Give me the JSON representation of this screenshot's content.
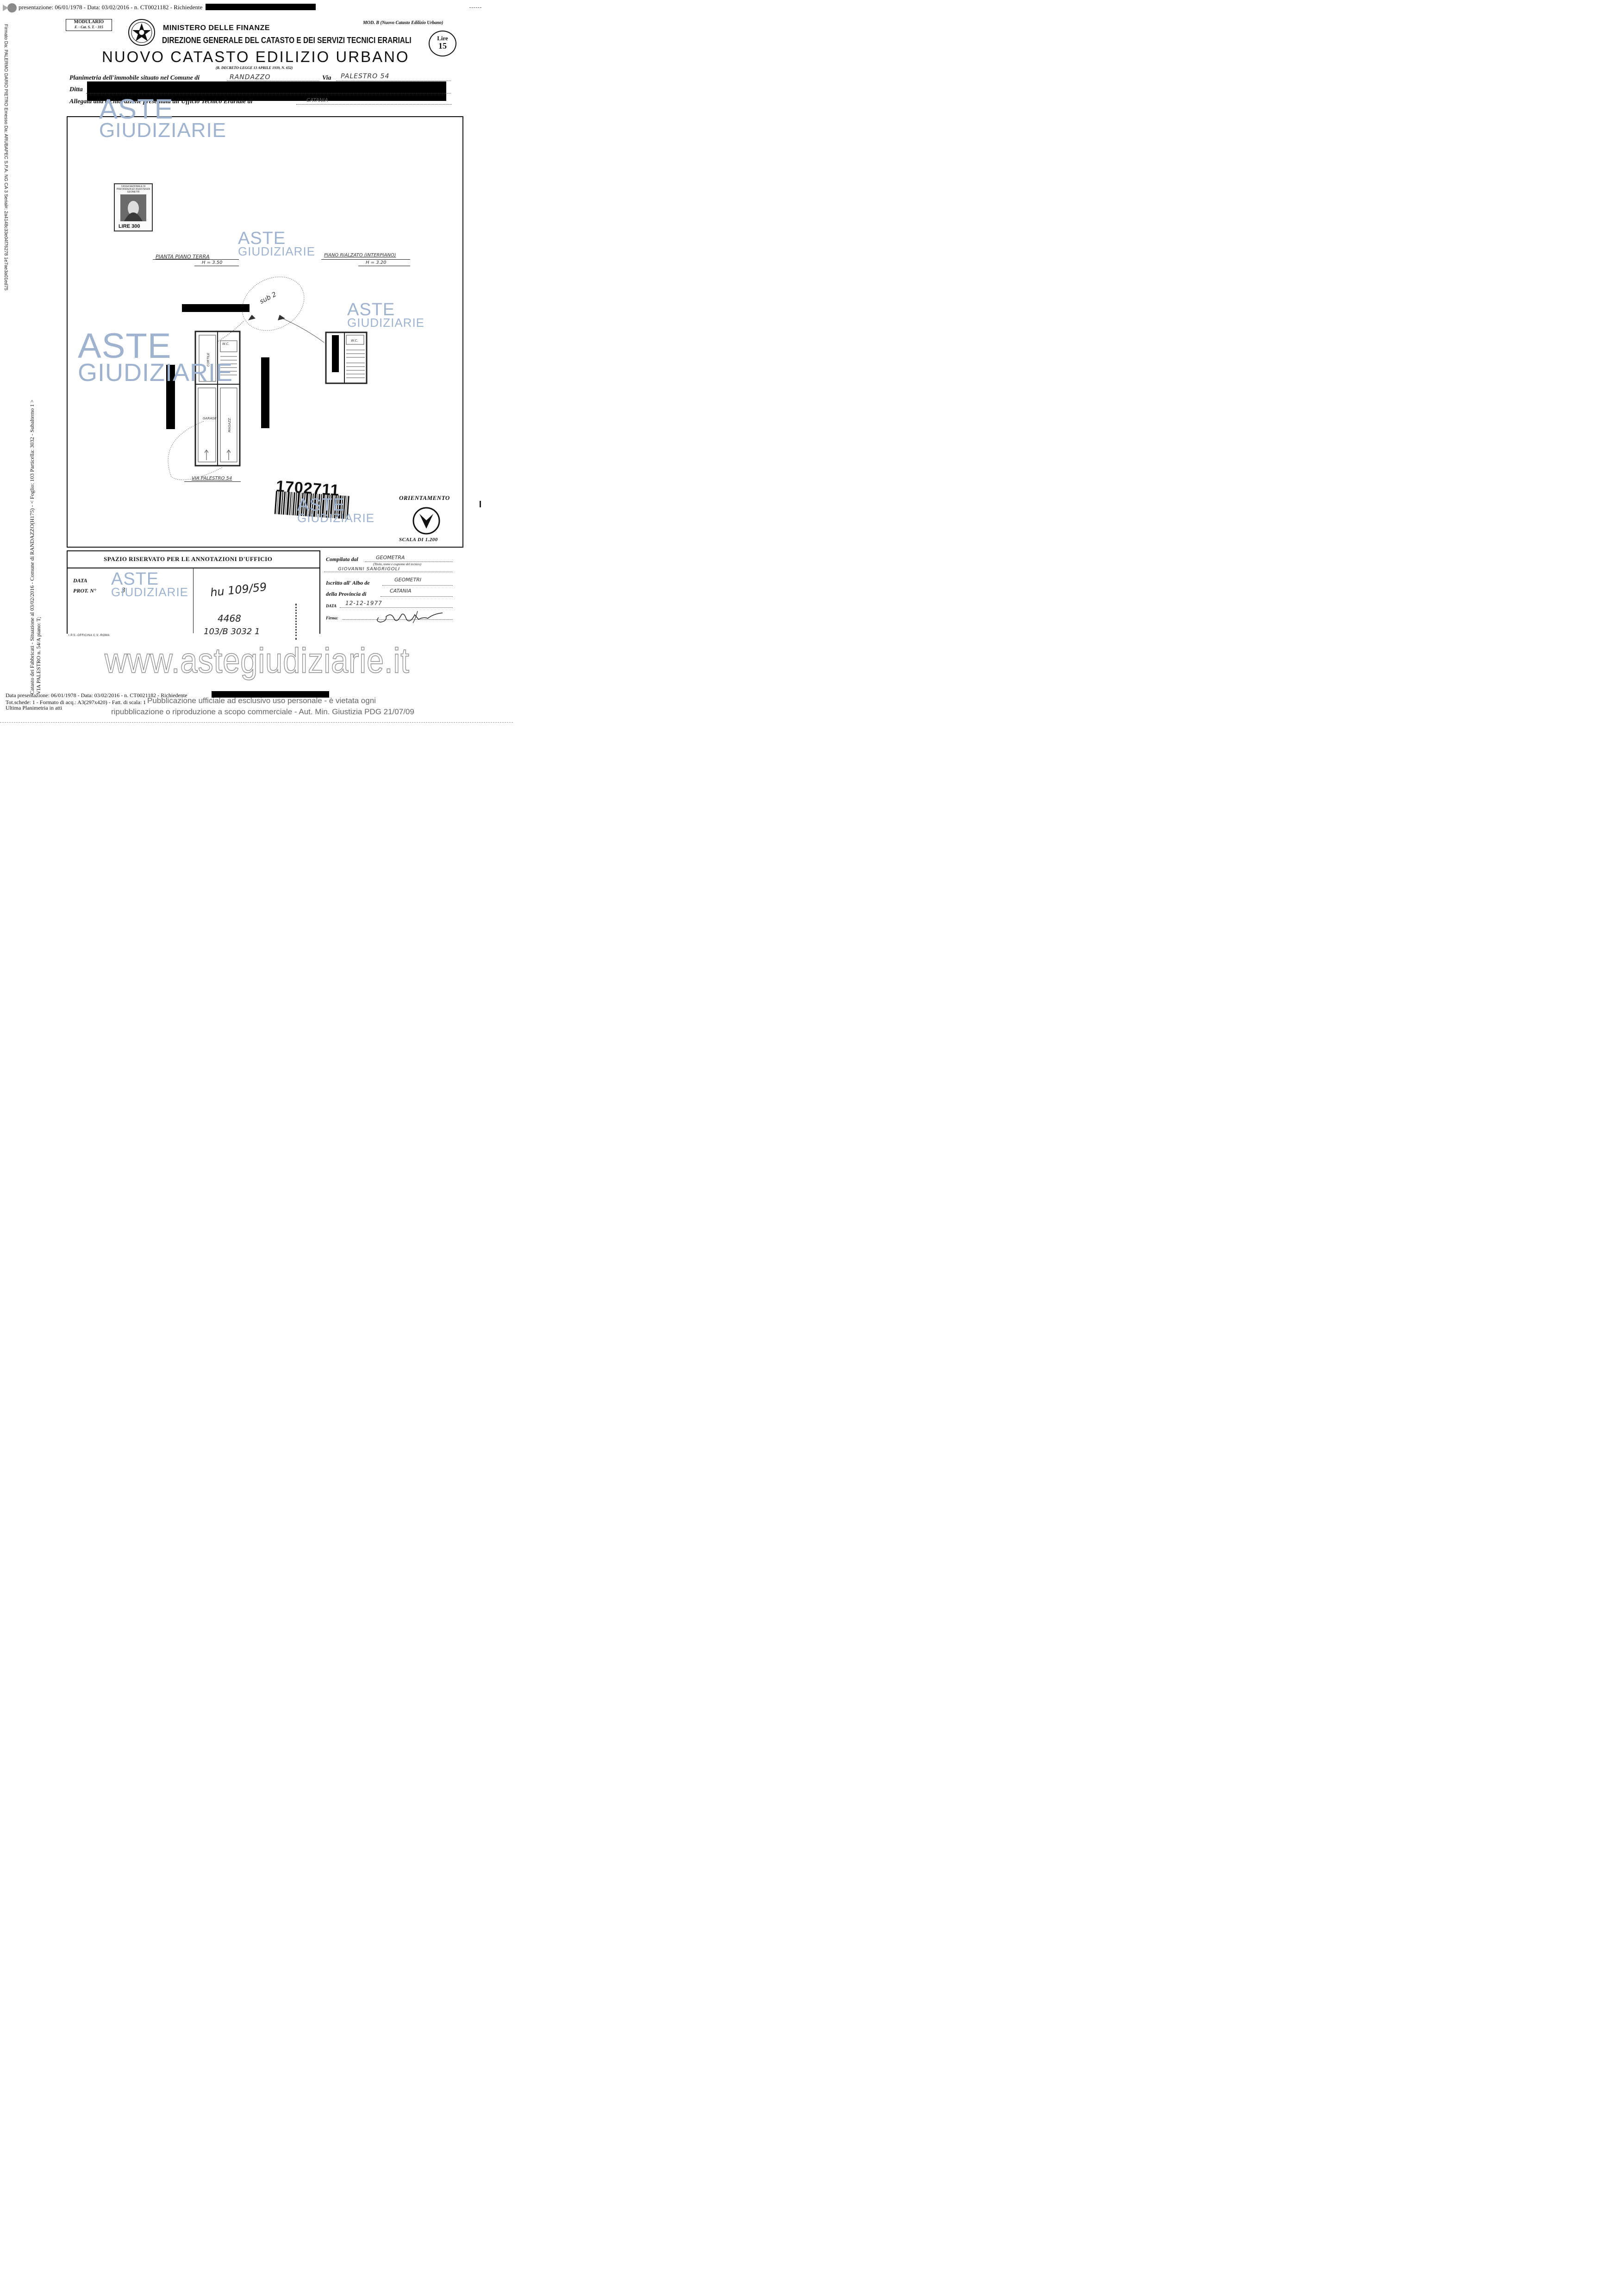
{
  "header_strip": {
    "text": "presentazione: 06/01/1978 - Data: 03/02/2016 -  n. CT0021182 - Richiedente"
  },
  "side_texts": {
    "left_top": "Firmato Da: PALERMO DARIO PIETRO Emesso Da: ARUBAPEC S.P.A. NG CA 3 Serial#: 2a4148c33e04f76278 1e7ae3a01ed75",
    "left_bottom_1": "Catasto dei Fabbricati - Situazione al 03/02/2016 - Comune di RANDAZZO(H175) - < Foglio: 103 Particella: 3032 - Subalterno 1 >",
    "left_bottom_2": "VIA PALESTRO n. 54/A piano: T;"
  },
  "form_header": {
    "modulario_line1": "MODULARIO",
    "modulario_line2": "F. - Cat. S. T. - 315",
    "ministry": "MINISTERO DELLE FINANZE",
    "direction": "DIREZIONE GENERALE DEL CATASTO E DEI SERVIZI TECNICI ERARIALI",
    "title": "NUOVO CATASTO EDILIZIO URBANO",
    "decree": "(R. DECRETO-LEGGE 13 APRILE 1939, N. 652)",
    "mod_b": "MOD. B (Nuovo Catasto Edilizio Urbano)",
    "lire_label": "Lire",
    "lire_value": "15"
  },
  "fields": {
    "planimetria_label": "Planimetria dell'immobile situato nel Comune di",
    "comune_value": "RANDAZZO",
    "via_label": "Via",
    "via_value": "PALESTRO  54",
    "ditta_label": "Ditta",
    "allegata_label": "Allegata alla dichiarazione presentata all'Ufficio Tecnico Erariale di",
    "allegata_value": "CATANIA"
  },
  "plan": {
    "stamp_top": "CASSA NAZIONALE DI PREVIDENZA ED ASSISTENZA GEOMETRI",
    "stamp_value": "LIRE 300",
    "ground_title": "PIANTA PIANO TERRA",
    "ground_height": "H = 3.50",
    "raised_title": "PIANO RIALZATO (INTERPIANO)",
    "raised_height": "H = 3.20",
    "sub_label": "sub 2",
    "room_wc": "W.C.",
    "room_cortile": "CORTILE",
    "room_garage": "GARAGE",
    "room_magazz": "MAGAZZ.",
    "room_wc_raised": "W.C.",
    "street_label": "VIA PALESTRO 54",
    "barcode_number": "1702711",
    "orientation_label": "ORIENTAMENTO",
    "scale": "SCALA DI 1.200"
  },
  "office": {
    "title": "SPAZIO RISERVATO PER LE ANNOTAZIONI D'UFFICIO",
    "data_label": "DATA",
    "prot_label": "PROT. N°",
    "prot_value": "3",
    "printer": "I.P.S.-OFFICINA C.V.-ROMA",
    "hand_1": "hu 109/59",
    "hand_2": "4468",
    "hand_3": "103/B  3032  1"
  },
  "compiler": {
    "compilata_label": "Compilata dal",
    "compilata_value": "GEOMETRA",
    "titolo_hint": "(Titolo, nome e cognome del tecnico)",
    "name": "GIOVANNI   SANGRIGOLI",
    "iscritto_label": "Iscritto all' Albo de",
    "iscritto_value": "GEOMETRI",
    "provincia_label": "della Provincia di",
    "provincia_value": "CATANIA",
    "data_label": "DATA",
    "data_value": "12-12-1977",
    "firma_label": "Firma:"
  },
  "watermark": {
    "word1": "ASTE",
    "word2": "GIUDIZIARIE",
    "url": "www.astegiudiziarie.it"
  },
  "footer": {
    "line1": "Data presentazione: 06/01/1978 - Data: 03/02/2016 -  n. CT0021182 - Richiedente",
    "line2": "Tot.schede: 1 - Formato di acq.: A3(297x420) - Fatt. di scala: 1",
    "line3": "Ultima Planimetria in atti",
    "notice1": "Pubblicazione ufficiale ad esclusivo uso personale - è vietata ogni",
    "notice2": "ripubblicazione o riproduzione a scopo commerciale - Aut. Min. Giustizia PDG 21/07/09"
  }
}
